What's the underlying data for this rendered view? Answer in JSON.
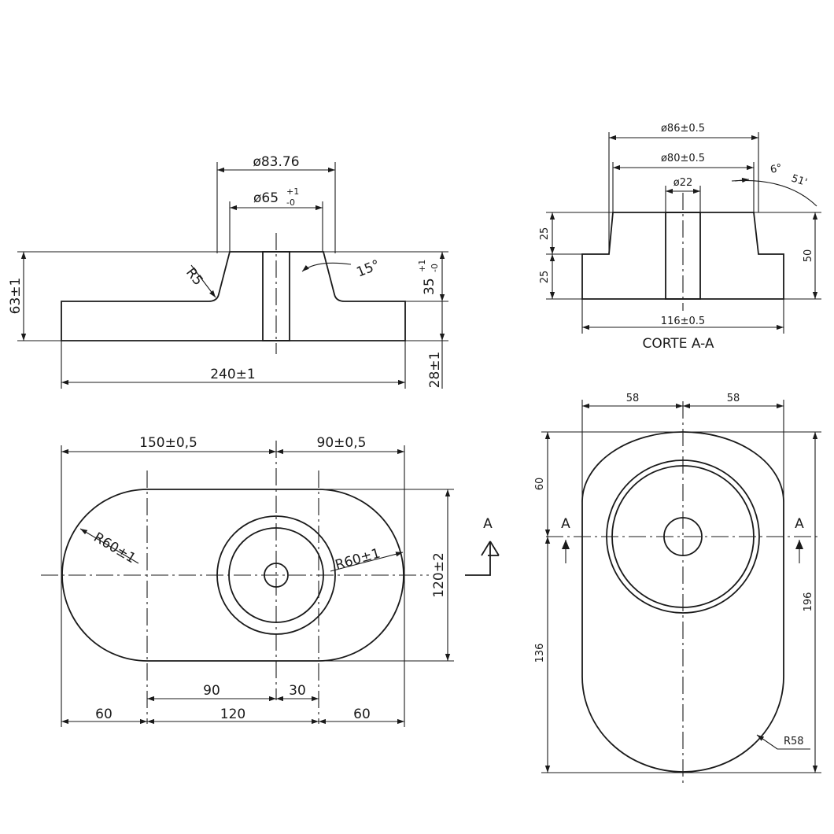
{
  "front_view": {
    "dim_width": "240±1",
    "dim_top_dia": "ø83.76",
    "dim_bore_dia": "ø65",
    "dim_bore_tol_upper": "+1",
    "dim_bore_tol_lower": "-0",
    "dim_total_height": "63±1",
    "dim_boss_height": "35",
    "dim_boss_tol_upper": "+1",
    "dim_boss_tol_lower": "-0",
    "dim_base_height": "28±1",
    "dim_fillet": "R5",
    "dim_angle": "15°"
  },
  "section_view": {
    "dim_outer_dia": "ø86±0.5",
    "dim_inner_dia": "ø80±0.5",
    "dim_hole_dia": "ø22",
    "dim_angle_1": "6°",
    "dim_angle_2": "51'",
    "dim_upper": "25",
    "dim_lower": "25",
    "dim_total": "50",
    "dim_base": "116±0.5",
    "caption": "CORTE A-A"
  },
  "top_view": {
    "dim_left_offset": "150±0,5",
    "dim_right_offset": "90±0,5",
    "dim_left_radius": "R60±1",
    "dim_right_radius": "R60±1",
    "dim_height": "120±2",
    "dim_90": "90",
    "dim_30": "30",
    "dim_60_left": "60",
    "dim_120": "120",
    "dim_60_right": "60",
    "section_letter": "A"
  },
  "side_view": {
    "dim_58_left": "58",
    "dim_58_right": "58",
    "dim_60": "60",
    "dim_136": "136",
    "dim_196": "196",
    "dim_radius": "R58",
    "section_letter_left": "A",
    "section_letter_right": "A"
  }
}
